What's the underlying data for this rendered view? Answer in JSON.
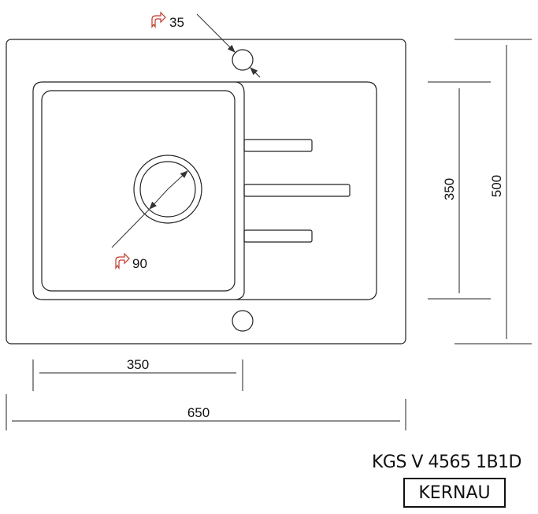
{
  "drawing": {
    "overflow_diameter": "35",
    "drain_diameter": "90",
    "bowl_width": "350",
    "total_width": "650",
    "bowl_depth": "350",
    "total_depth": "500"
  },
  "model": "KGS V 4565 1B1D",
  "brand": "KERNAU",
  "colors": {
    "line": "#111111",
    "icon": "#c0392b"
  }
}
